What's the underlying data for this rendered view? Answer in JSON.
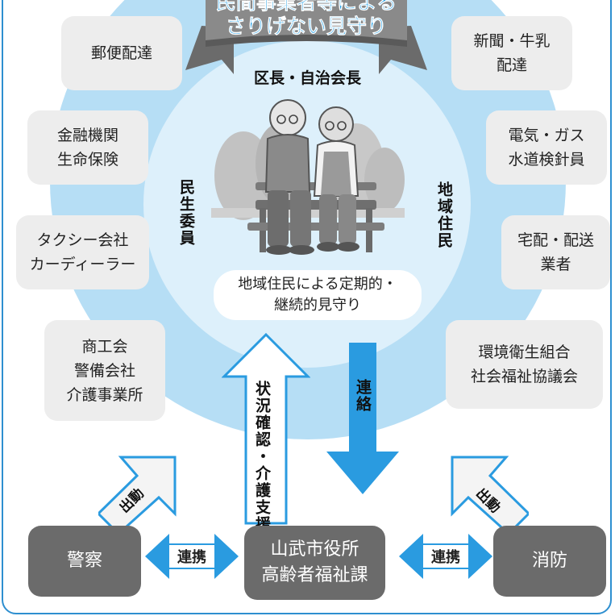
{
  "banner": {
    "line1": "民間事業者等による",
    "line2": "さりげない見守り"
  },
  "center": {
    "top_label": "区長・自治会長",
    "left_label": "民生委員",
    "right_label": "地域住民",
    "bubble": "地域住民による定期的・\n継続的見守り"
  },
  "left_boxes": [
    "郵便配達",
    "金融機関\n生命保険",
    "タクシー会社\nカーディーラー",
    "商工会\n警備会社\n介護事業所"
  ],
  "right_boxes": [
    "新聞・牛乳\n配達",
    "電気・ガス\n水道検針員",
    "宅配・配送\n業者",
    "環境衛生組合\n社会福祉協議会"
  ],
  "arrows": {
    "status_check": "状況確認・介護支援",
    "contact": "連絡",
    "police_dispatch": "出動",
    "fire_dispatch": "出動",
    "link_left": "連携",
    "link_right": "連携"
  },
  "bottom": {
    "police": "警察",
    "city_office": "山武市役所\n高齢者福祉課",
    "fire": "消防"
  },
  "colors": {
    "outer_circle": "#b6def5",
    "inner_circle": "#ddf0fb",
    "arrow_blue": "#2a9be0",
    "box_gray": "#ededed",
    "dark_box": "#6b6b6b",
    "banner_blue": "#1b9be3",
    "frame_blue": "#2e8fd0"
  }
}
